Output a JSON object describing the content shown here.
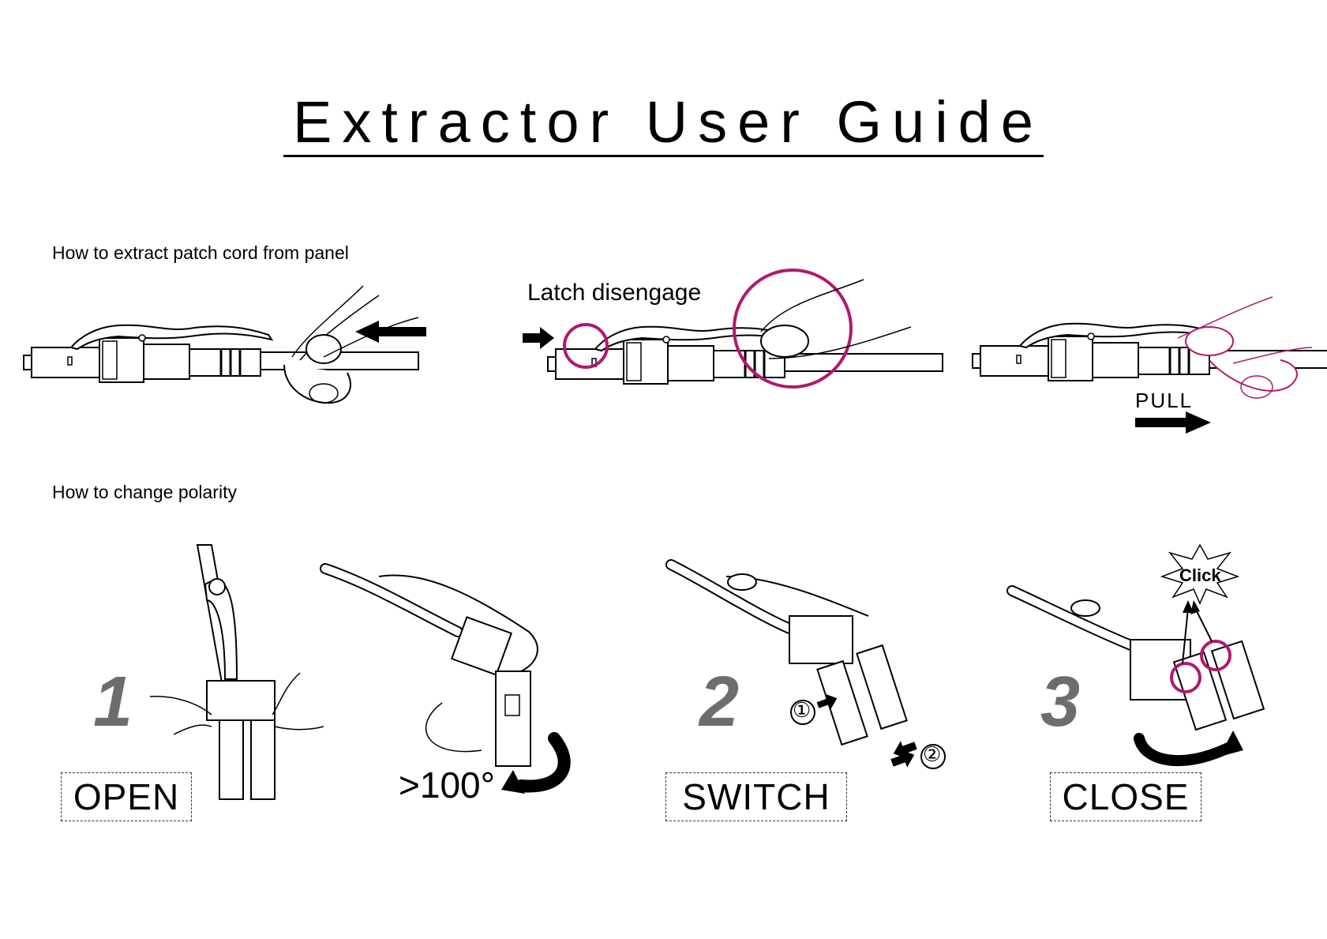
{
  "title": "Extractor User Guide",
  "sections": {
    "extract": {
      "label": "How to extract patch cord from panel",
      "latch_label": "Latch disengage",
      "pull_label": "PULL"
    },
    "polarity": {
      "label": "How to change polarity",
      "angle_label": ">100°",
      "click_label": "Click",
      "steps": [
        {
          "number": "1",
          "label": "OPEN"
        },
        {
          "number": "2",
          "label": "SWITCH"
        },
        {
          "number": "3",
          "label": "CLOSE"
        }
      ],
      "markers": [
        "①",
        "②"
      ]
    }
  },
  "colors": {
    "accent": "#b0186e",
    "step_number": "#6d6d6d"
  }
}
